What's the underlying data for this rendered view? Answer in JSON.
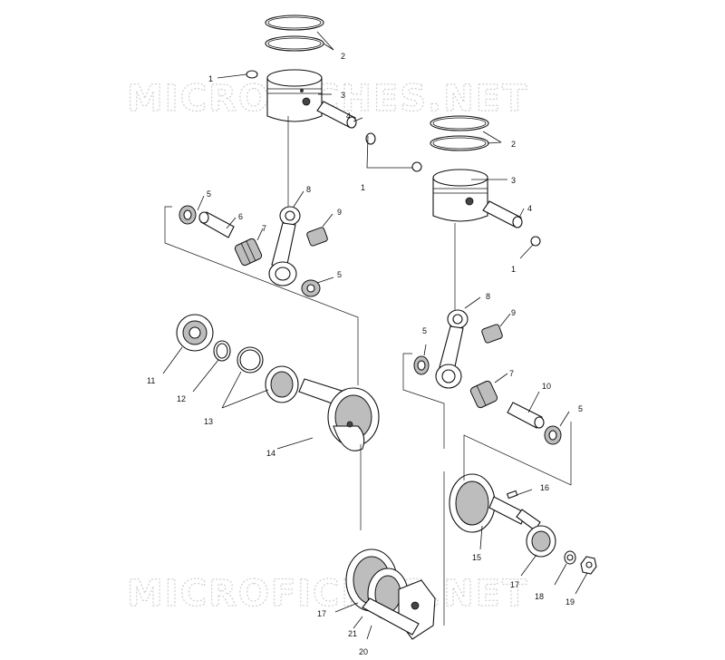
{
  "watermark": {
    "text": "MICROFICHES.NET"
  },
  "callouts": {
    "c1a": "1",
    "c2a": "2",
    "c3a": "3",
    "c4a": "4",
    "c1b": "1",
    "c2b": "2",
    "c3b": "3",
    "c4b": "4",
    "c1c": "1",
    "c5a": "5",
    "c6": "6",
    "c7a": "7",
    "c8a": "8",
    "c9a": "9",
    "c5b": "5",
    "c8b": "8",
    "c9b": "9",
    "c5c": "5",
    "c7b": "7",
    "c10": "10",
    "c5d": "5",
    "c11": "11",
    "c12": "12",
    "c13": "13",
    "c14": "14",
    "c16": "16",
    "c15": "15",
    "c17a": "17",
    "c18": "18",
    "c19": "19",
    "c17b": "17",
    "c21": "21",
    "c20": "20"
  }
}
